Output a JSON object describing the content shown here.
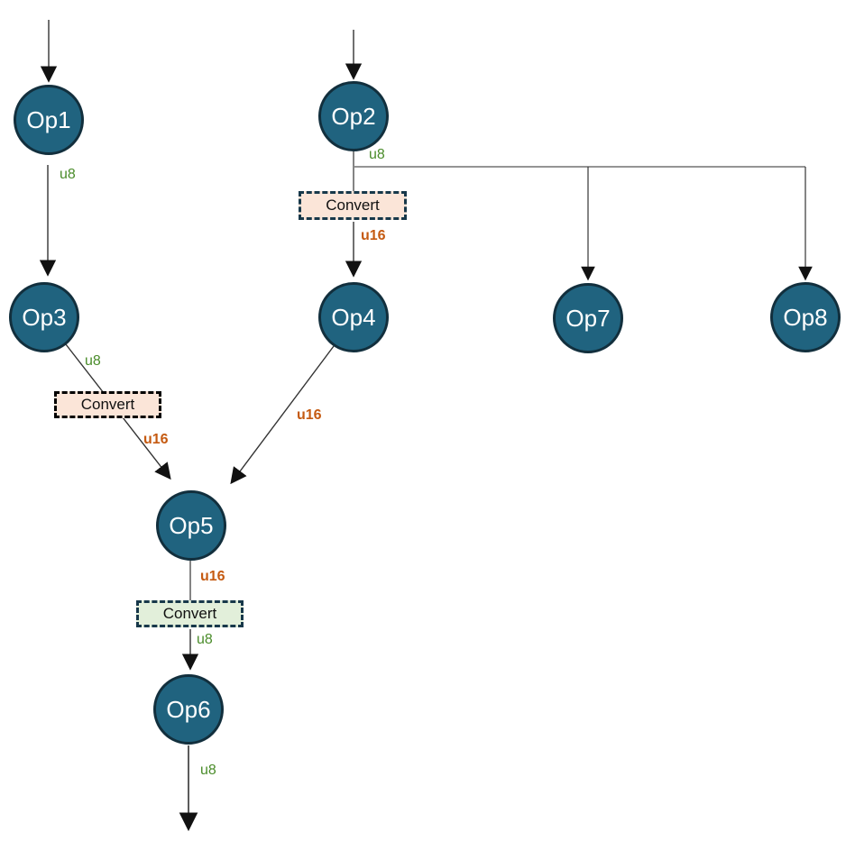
{
  "diagram": {
    "colors": {
      "node_fill": "#20637f",
      "node_border": "#122f3d",
      "node_text": "#ffffff",
      "edge": "#333333",
      "u8_label": "#4a8c2a",
      "u16_label": "#c55a11",
      "convert_peach_fill": "#fbe5d8",
      "convert_green_fill": "#e2efda",
      "convert_border_navy": "#17384a",
      "convert_border_black": "#000000"
    },
    "nodes": [
      {
        "id": "op1",
        "label": "Op1"
      },
      {
        "id": "op2",
        "label": "Op2"
      },
      {
        "id": "op3",
        "label": "Op3"
      },
      {
        "id": "op4",
        "label": "Op4"
      },
      {
        "id": "op5",
        "label": "Op5"
      },
      {
        "id": "op6",
        "label": "Op6"
      },
      {
        "id": "op7",
        "label": "Op7"
      },
      {
        "id": "op8",
        "label": "Op8"
      }
    ],
    "converts": [
      {
        "id": "convert-op2-op4",
        "label": "Convert",
        "from": "Op2",
        "to": "Op4",
        "style": "peach"
      },
      {
        "id": "convert-op3-op5",
        "label": "Convert",
        "from": "Op3",
        "to": "Op5",
        "style": "peach"
      },
      {
        "id": "convert-op5-op6",
        "label": "Convert",
        "from": "Op5",
        "to": "Op6",
        "style": "green"
      }
    ],
    "edge_labels": [
      {
        "id": "op1-out-type",
        "text": "u8"
      },
      {
        "id": "op2-out-type",
        "text": "u8"
      },
      {
        "id": "convert1-out-type",
        "text": "u16"
      },
      {
        "id": "op3-out-type",
        "text": "u8"
      },
      {
        "id": "convert2-out-type",
        "text": "u16"
      },
      {
        "id": "op4-out-type",
        "text": "u16"
      },
      {
        "id": "op5-out-type",
        "text": "u16"
      },
      {
        "id": "convert3-out-type",
        "text": "u8"
      },
      {
        "id": "op6-out-type",
        "text": "u8"
      }
    ]
  }
}
